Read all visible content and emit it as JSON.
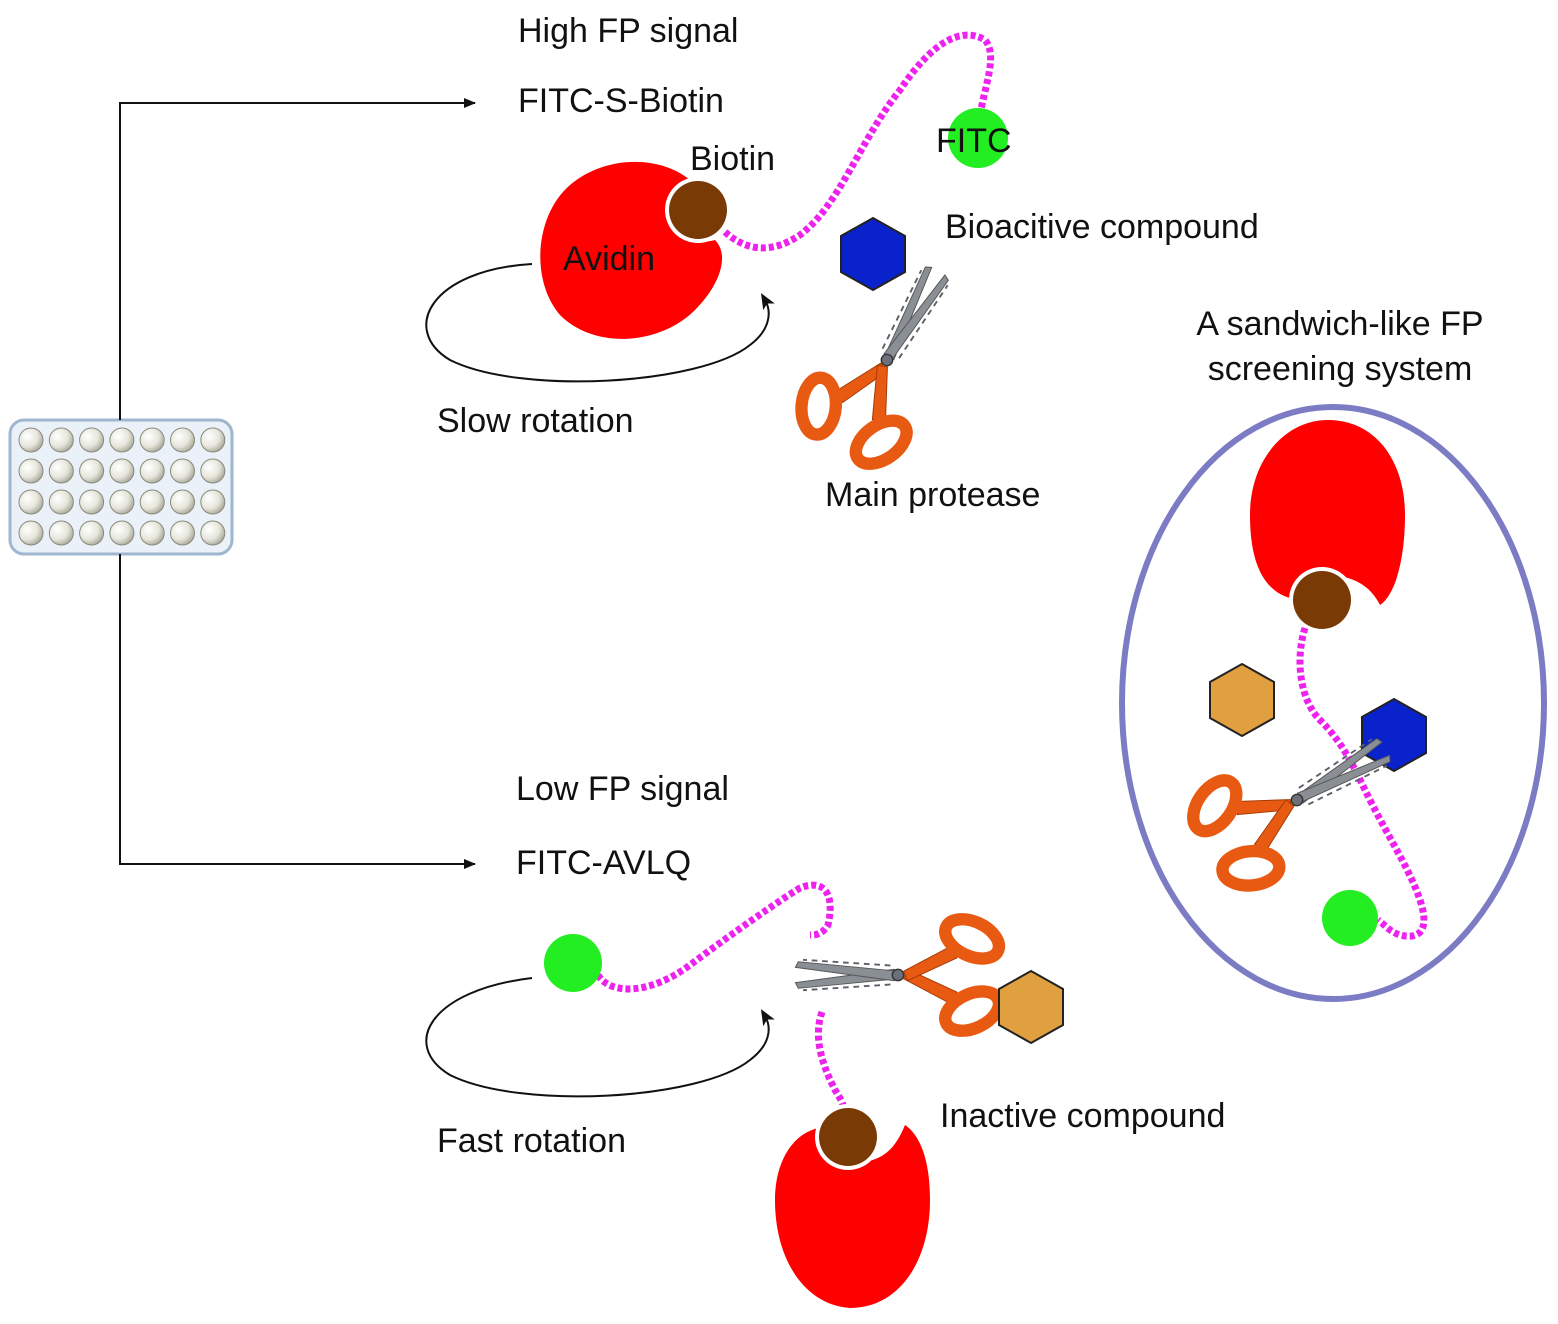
{
  "labels": {
    "top_signal": "High FP signal",
    "top_probe": "FITC-S-Biotin",
    "fitc": "FITC",
    "biotin": "Biotin",
    "avidin": "Avidin",
    "bioactive": "Bioacitive compound",
    "slow_rotation": "Slow rotation",
    "main_protease": "Main protease",
    "bottom_signal": "Low FP signal",
    "bottom_probe": "FITC-AVLQ",
    "fast_rotation": "Fast rotation",
    "inactive": "Inactive compound",
    "system_line1": "A sandwich-like FP",
    "system_line2": "screening system"
  },
  "plate": {
    "rows": 4,
    "cols": 7
  },
  "colors": {
    "avidin": "#ff0000",
    "biotin": "#7a3a06",
    "fitc": "#22ee22",
    "linker": "#ee22ee",
    "bioactive": "#0a22cc",
    "inactive": "#e0a040",
    "scissor_handle": "#e85a12",
    "scissor_blade": "#8a8e95",
    "ellipse": "#7c7cc4",
    "plate_border": "#9fb6cf",
    "plate_fill": "#eaf1f8"
  }
}
